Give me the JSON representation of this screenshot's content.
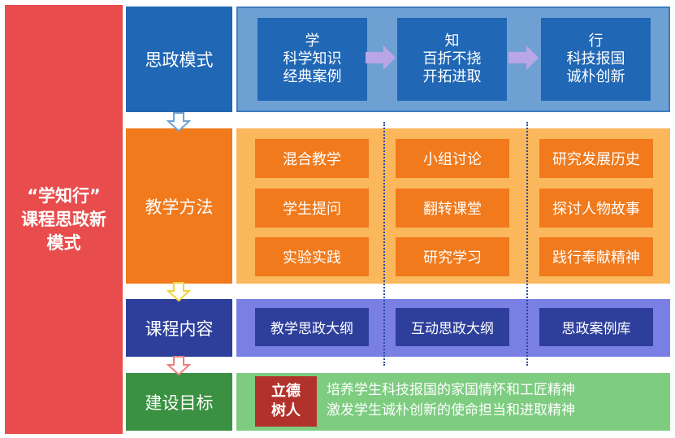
{
  "title": {
    "lines": [
      "“学知行”",
      "课程思政新",
      "模式"
    ]
  },
  "categories": [
    "思政模式",
    "教学方法",
    "课程内容",
    "建设目标"
  ],
  "model_stages": [
    {
      "lines": [
        "学",
        "科学知识",
        "经典案例"
      ]
    },
    {
      "lines": [
        "知",
        "百折不挠",
        "开拓进取"
      ]
    },
    {
      "lines": [
        "行",
        "科技报国",
        "诚朴创新"
      ]
    }
  ],
  "methods": {
    "col_a": [
      "混合教学",
      "学生提问",
      "实验实践"
    ],
    "col_b": [
      "小组讨论",
      "翻转课堂",
      "研究学习"
    ],
    "col_c": [
      "研究发展历史",
      "探讨人物故事",
      "践行奉献精神"
    ]
  },
  "contents": [
    "教学思政大纲",
    "互动思政大纲",
    "思政案例库"
  ],
  "goal": {
    "badge_lines": [
      "立德",
      "树人"
    ],
    "lines": [
      "培养学生科技报国的家国情怀和工匠精神",
      "激发学生诚朴创新的使命担当和进取精神"
    ]
  },
  "colors": {
    "title_red": "#e84c4c",
    "model_blue": "#2067b5",
    "method_orange": "#f07a1c",
    "content_navy": "#2e3f9b",
    "goal_green": "#3a9141",
    "badge_red": "#b1322b"
  }
}
